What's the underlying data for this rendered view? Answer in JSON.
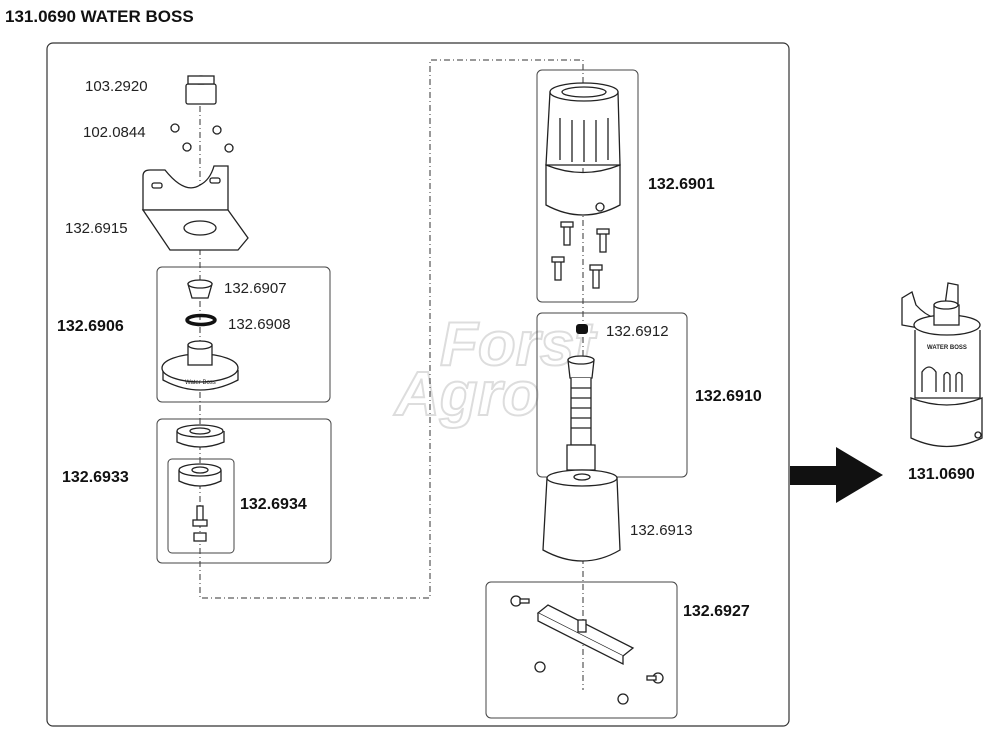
{
  "title": "131.0690 WATER BOSS",
  "watermark": {
    "line1": "Forst",
    "line2": "Agro"
  },
  "parts": {
    "p1032920": "103.2920",
    "p1020844": "102.0844",
    "p1326915": "132.6915",
    "p1326907": "132.6907",
    "p1326908": "132.6908",
    "p1326906": "132.6906",
    "p1326933": "132.6933",
    "p1326934": "132.6934",
    "p1326901": "132.6901",
    "p1326912": "132.6912",
    "p1326910": "132.6910",
    "p1326913": "132.6913",
    "p1326927": "132.6927",
    "assembly": "131.0690"
  },
  "part_markings": {
    "base_text": "Water Boss",
    "assembly_text": "WATER BOSS"
  }
}
